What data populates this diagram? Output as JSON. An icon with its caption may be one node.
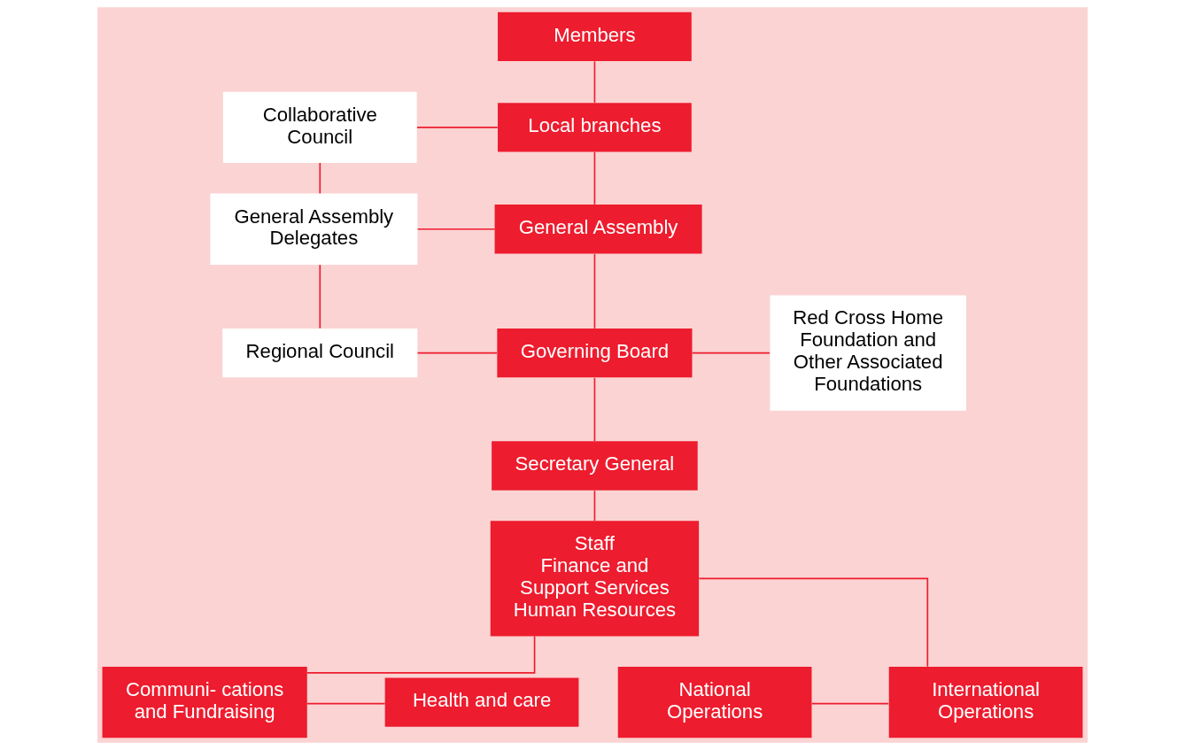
{
  "diagram": {
    "nodes": [
      {
        "text": [
          "Members"
        ]
      },
      {
        "text": [
          "Collaborative Council"
        ]
      },
      {
        "text": [
          "Local branches"
        ]
      },
      {
        "text": [
          "General Assembly Delegates"
        ]
      },
      {
        "text": [
          "General Assembly"
        ]
      },
      {
        "text": [
          "Regional Council"
        ]
      },
      {
        "text": [
          "Governing Board"
        ]
      },
      {
        "text": [
          "Red Cross Home Foundation and Other Associated Foundations"
        ]
      },
      {
        "text": [
          "Secretary General"
        ]
      },
      {
        "text": [
          "Staff",
          "Finance and Support Services",
          "Human Resources"
        ]
      },
      {
        "text": [
          "National Operations"
        ]
      },
      {
        "text": [
          "International Operations"
        ]
      },
      {
        "text": [
          "Communi- cations and Fundraising"
        ]
      },
      {
        "text": [
          "Health and care"
        ]
      }
    ],
    "edges": [
      {
        "from": 0,
        "to": 2,
        "arrow": "none"
      },
      {
        "from": 1,
        "to": 2,
        "arrow": "none"
      },
      {
        "from": 2,
        "to": 4,
        "arrow": "none"
      },
      {
        "from": 3,
        "to": 4,
        "arrow": "none"
      },
      {
        "from": 1,
        "to": 3,
        "arrow": "none"
      },
      {
        "from": 4,
        "to": 6,
        "arrow": "none"
      },
      {
        "from": 3,
        "to": 5,
        "arrow": "none"
      },
      {
        "from": 5,
        "to": 6,
        "arrow": "none"
      },
      {
        "from": 6,
        "to": 7,
        "arrow": "none"
      },
      {
        "from": 6,
        "to": 8,
        "arrow": "none"
      },
      {
        "from": 8,
        "to": 9,
        "arrow": "none"
      },
      {
        "from": 9,
        "to": 11,
        "arrow": "none"
      },
      {
        "from": 9,
        "to": 12,
        "arrow": "none"
      },
      {
        "from": 10,
        "to": 11,
        "arrow": "none"
      },
      {
        "from": 12,
        "to": 13,
        "arrow": "none"
      }
    ]
  }
}
